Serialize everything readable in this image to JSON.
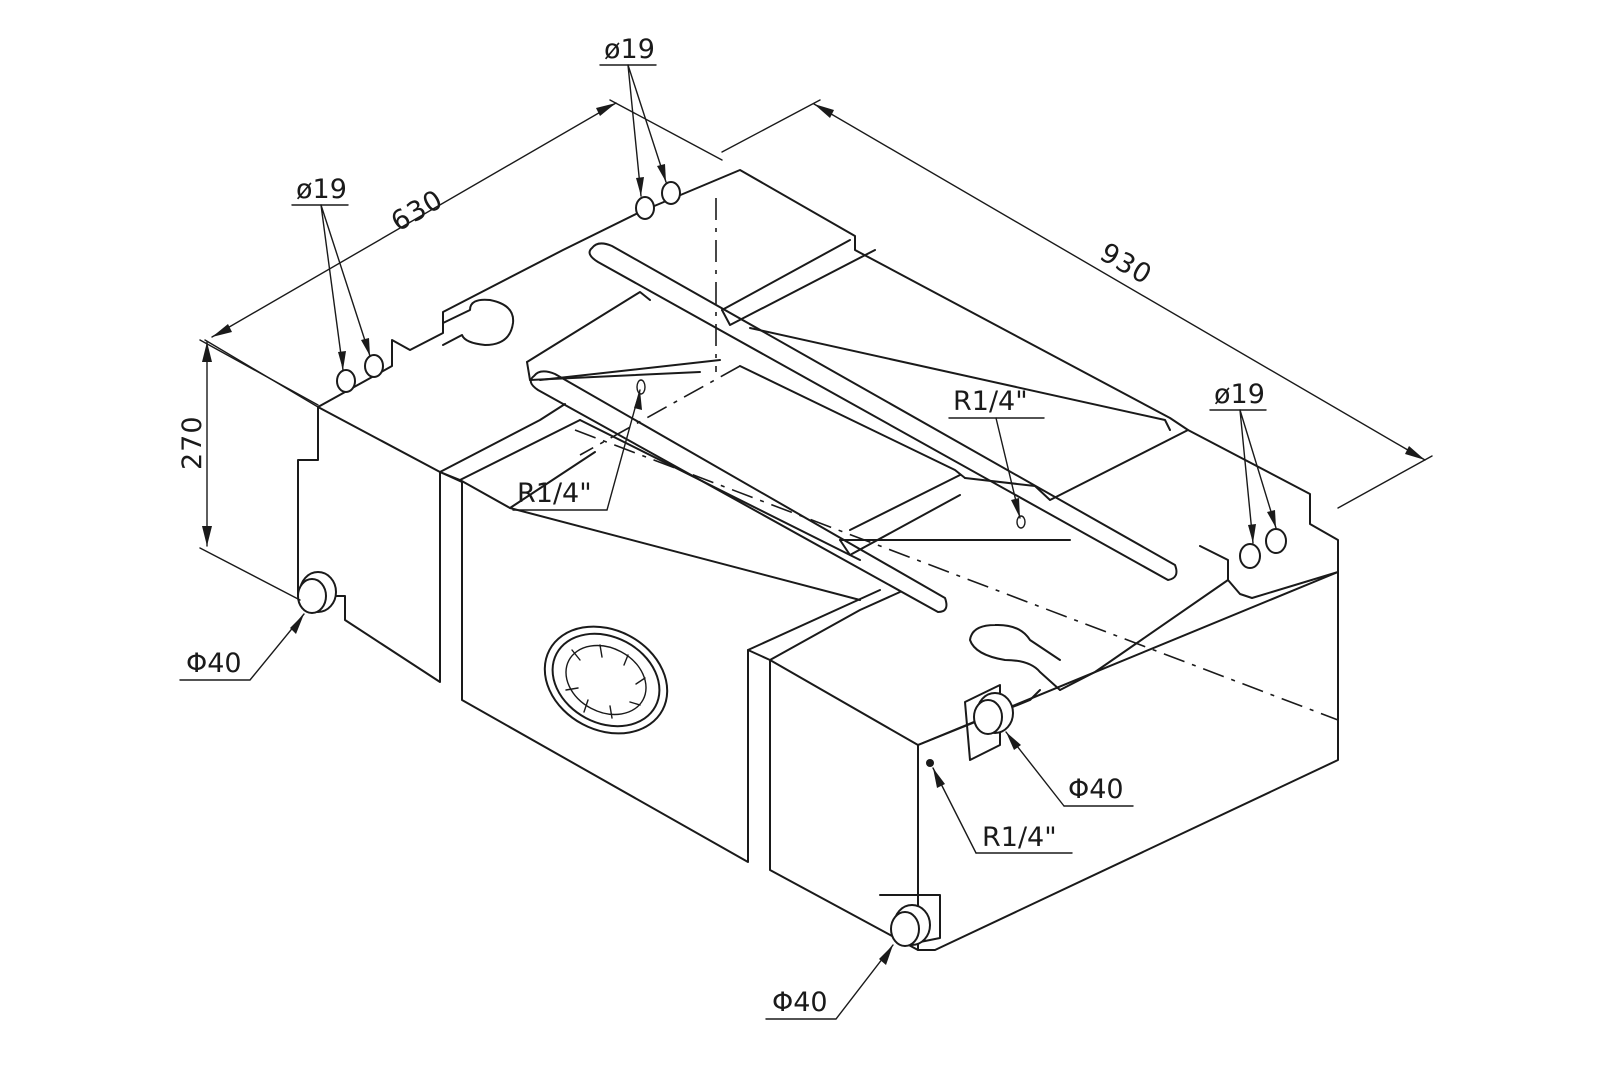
{
  "dimensions": {
    "width": "630",
    "length": "930",
    "height": "270"
  },
  "callouts": {
    "inlet_top_left": "ø19",
    "inlet_top_middle": "ø19",
    "inlet_right": "ø19",
    "vent_center": "R1/4\"",
    "vent_right": "R1/4\"",
    "vent_front": "R1/4\"",
    "outlet_left": "Φ40",
    "outlet_right": "Φ40",
    "outlet_bottom": "Φ40"
  }
}
